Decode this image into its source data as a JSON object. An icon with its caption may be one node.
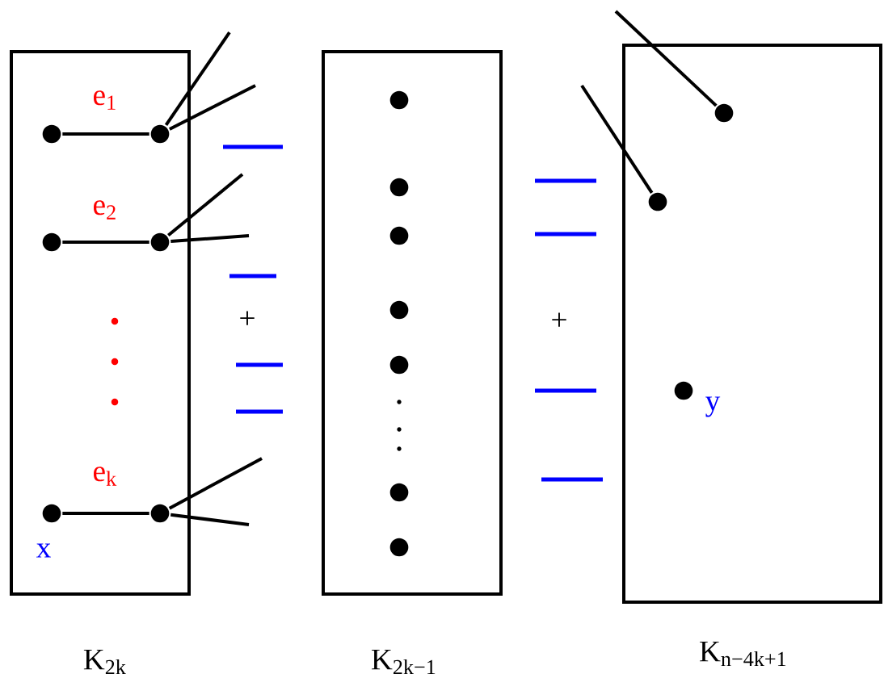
{
  "diagram": {
    "nodes": [
      {
        "text": [
          "K$_{2k}$"
        ]
      },
      {
        "text": [
          "K$_{2k−1}$"
        ]
      },
      {
        "text": [
          "K$_{n−4k+1}$"
        ]
      },
      {
        "text": [],
        "shape": "circle",
        "in": 0
      },
      {
        "text": [],
        "shape": "circle",
        "in": 0
      },
      {
        "text": [],
        "shape": "circle",
        "in": 0
      },
      {
        "text": [],
        "shape": "circle",
        "in": 0
      },
      {
        "text": [],
        "shape": "circle",
        "in": 0,
        "beside": [
          "x"
        ]
      },
      {
        "text": [],
        "shape": "circle",
        "in": 0
      },
      {
        "text": [],
        "shape": "circle",
        "in": 1
      },
      {
        "text": [],
        "shape": "circle",
        "in": 1
      },
      {
        "text": [],
        "shape": "circle",
        "in": 1
      },
      {
        "text": [],
        "shape": "circle",
        "in": 1
      },
      {
        "text": [],
        "shape": "circle",
        "in": 1
      },
      {
        "text": [],
        "shape": "circle",
        "in": 1
      },
      {
        "text": [],
        "shape": "circle",
        "in": 1
      },
      {
        "text": [],
        "shape": "circle",
        "in": 2
      },
      {
        "text": [],
        "shape": "circle",
        "in": 2
      },
      {
        "text": [],
        "shape": "circle",
        "in": 2,
        "beside": [
          "y"
        ]
      }
    ],
    "edges": [
      {
        "from": 3,
        "to": 4,
        "arrow": "none",
        "label": "e$_{1}$"
      },
      {
        "from": 5,
        "to": 6,
        "arrow": "none",
        "label": "e$_{2}$"
      },
      {
        "from": 7,
        "to": 8,
        "arrow": "none",
        "label": "e$_{k}$"
      },
      {
        "from": 4,
        "to": null,
        "arrow": "none"
      },
      {
        "from": 4,
        "to": null,
        "arrow": "none"
      },
      {
        "from": 6,
        "to": null,
        "arrow": "none"
      },
      {
        "from": 6,
        "to": null,
        "arrow": "none"
      },
      {
        "from": 8,
        "to": null,
        "arrow": "none"
      },
      {
        "from": 8,
        "to": null,
        "arrow": "none"
      },
      {
        "from": null,
        "to": 16,
        "arrow": "none"
      },
      {
        "from": null,
        "to": 17,
        "arrow": "none"
      }
    ],
    "labels": [
      "+",
      "+"
    ]
  }
}
